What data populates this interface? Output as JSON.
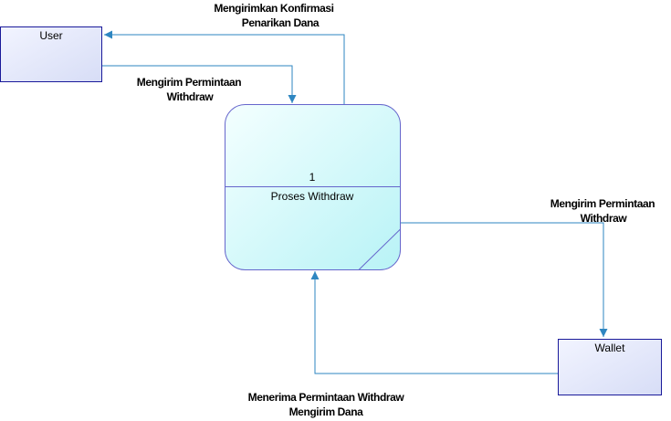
{
  "diagram": {
    "colors": {
      "flow": "#2E86C1",
      "entity_border": "#1A1A9A",
      "process_border": "#6666CC",
      "entity_fill_start": "#F2F4FF",
      "entity_fill_end": "#D7DDF6",
      "process_fill_start": "#F4FFFF",
      "process_fill_end": "#B8F3F6"
    },
    "entities": {
      "user": {
        "label": "User"
      },
      "wallet": {
        "label": "Wallet"
      }
    },
    "process": {
      "number": "1",
      "name": "Proses Withdraw"
    },
    "flows": {
      "user_to_process": {
        "line1": "Mengirim Permintaan",
        "line2": "Withdraw"
      },
      "process_to_user": {
        "line1": "Mengirimkan Konfirmasi",
        "line2": "Penarikan Dana"
      },
      "process_to_wallet": {
        "line1": "Mengirim Permintaan",
        "line2": "Withdraw"
      },
      "wallet_to_process": {
        "line1": "Menerima Permintaan Withdraw",
        "line2": "Mengirim Dana"
      }
    }
  }
}
